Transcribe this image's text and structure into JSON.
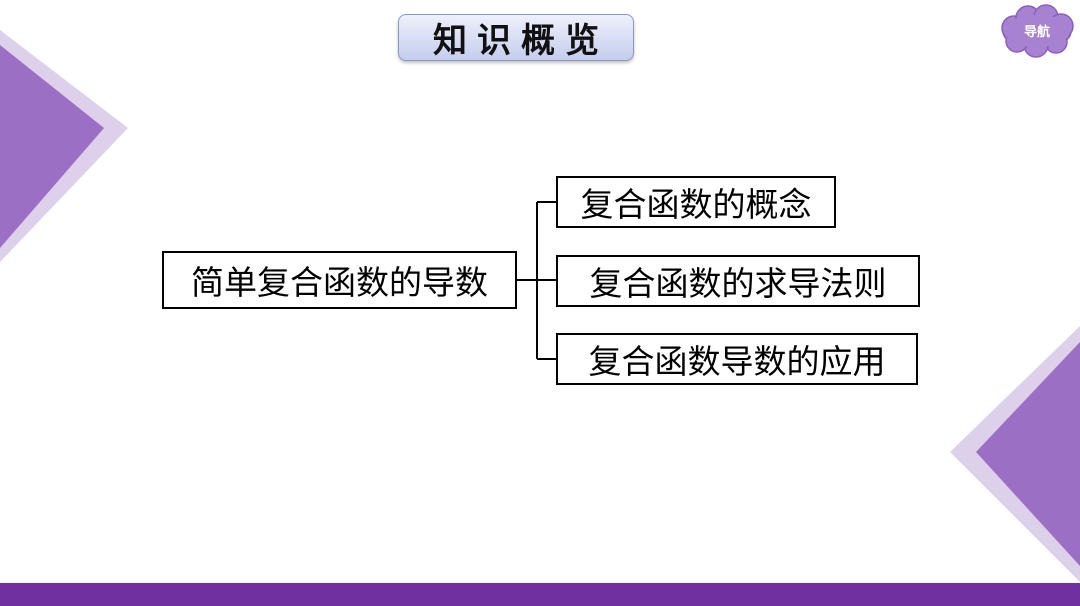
{
  "slide": {
    "title": "知识概览",
    "nav_label": "导航"
  },
  "mindmap": {
    "root": "简单复合函数的导数",
    "children": [
      "复合函数的概念",
      "复合函数的求导法则",
      "复合函数导数的应用"
    ]
  },
  "colors": {
    "accent_purple": "#7030a0",
    "decor_purple": "#9b6fc4",
    "decor_light": "#ddd0ea",
    "nav_cloud": "#a682d0",
    "title_gradient_top": "#eef1fb",
    "title_gradient_bottom": "#c4cdec"
  }
}
